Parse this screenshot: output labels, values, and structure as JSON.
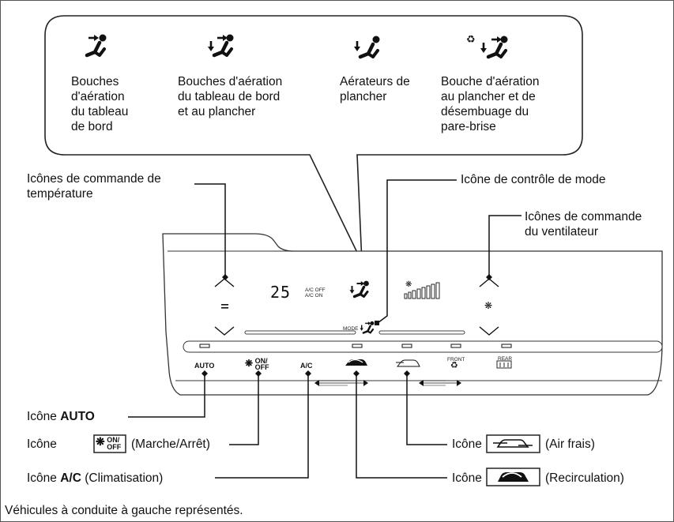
{
  "vents": [
    {
      "label_lines": [
        "Bouches",
        "d'aération",
        "du tableau",
        "de bord"
      ]
    },
    {
      "label_lines": [
        "Bouches d'aération",
        "du tableau de bord",
        "et au plancher"
      ]
    },
    {
      "label_lines": [
        "Aérateurs de",
        "plancher"
      ]
    },
    {
      "label_lines": [
        "Bouche d'aération",
        "au plancher et de",
        "désembuage du",
        "pare-brise"
      ]
    }
  ],
  "callouts": {
    "temp_lines": [
      "Icônes de commande de",
      "température"
    ],
    "mode": "Icône de contrôle de mode",
    "fan_lines": [
      "Icônes de commande",
      "du ventilateur"
    ],
    "auto_prefix": "Icône ",
    "auto_bold": "AUTO",
    "onoff_prefix": "Icône",
    "onoff_suffix": "(Marche/Arrêt)",
    "ac_prefix": "Icône ",
    "ac_bold": "A/C",
    "ac_suffix": " (Climatisation)",
    "fresh_prefix": "Icône",
    "fresh_suffix": "(Air frais)",
    "recirc_prefix": "Icône",
    "recirc_suffix": "(Recirculation)"
  },
  "panel": {
    "temp_display": "25",
    "ac_off": "A/C OFF",
    "ac_on": "A/C ON",
    "mode_label": "MODE",
    "auto": "AUTO",
    "on": "ON/",
    "off": "OFF",
    "ac": "A/C",
    "front": "FRONT",
    "rear": "REAR"
  },
  "footer": "Véhicules à conduite à gauche représentés.",
  "icons": [
    "panel-vent-icon",
    "panel-floor-vent-icon",
    "floor-vent-icon",
    "floor-defrost-vent-icon",
    "fan-icon",
    "recirculation-icon",
    "fresh-air-icon",
    "front-defrost-icon",
    "rear-defrost-icon"
  ]
}
